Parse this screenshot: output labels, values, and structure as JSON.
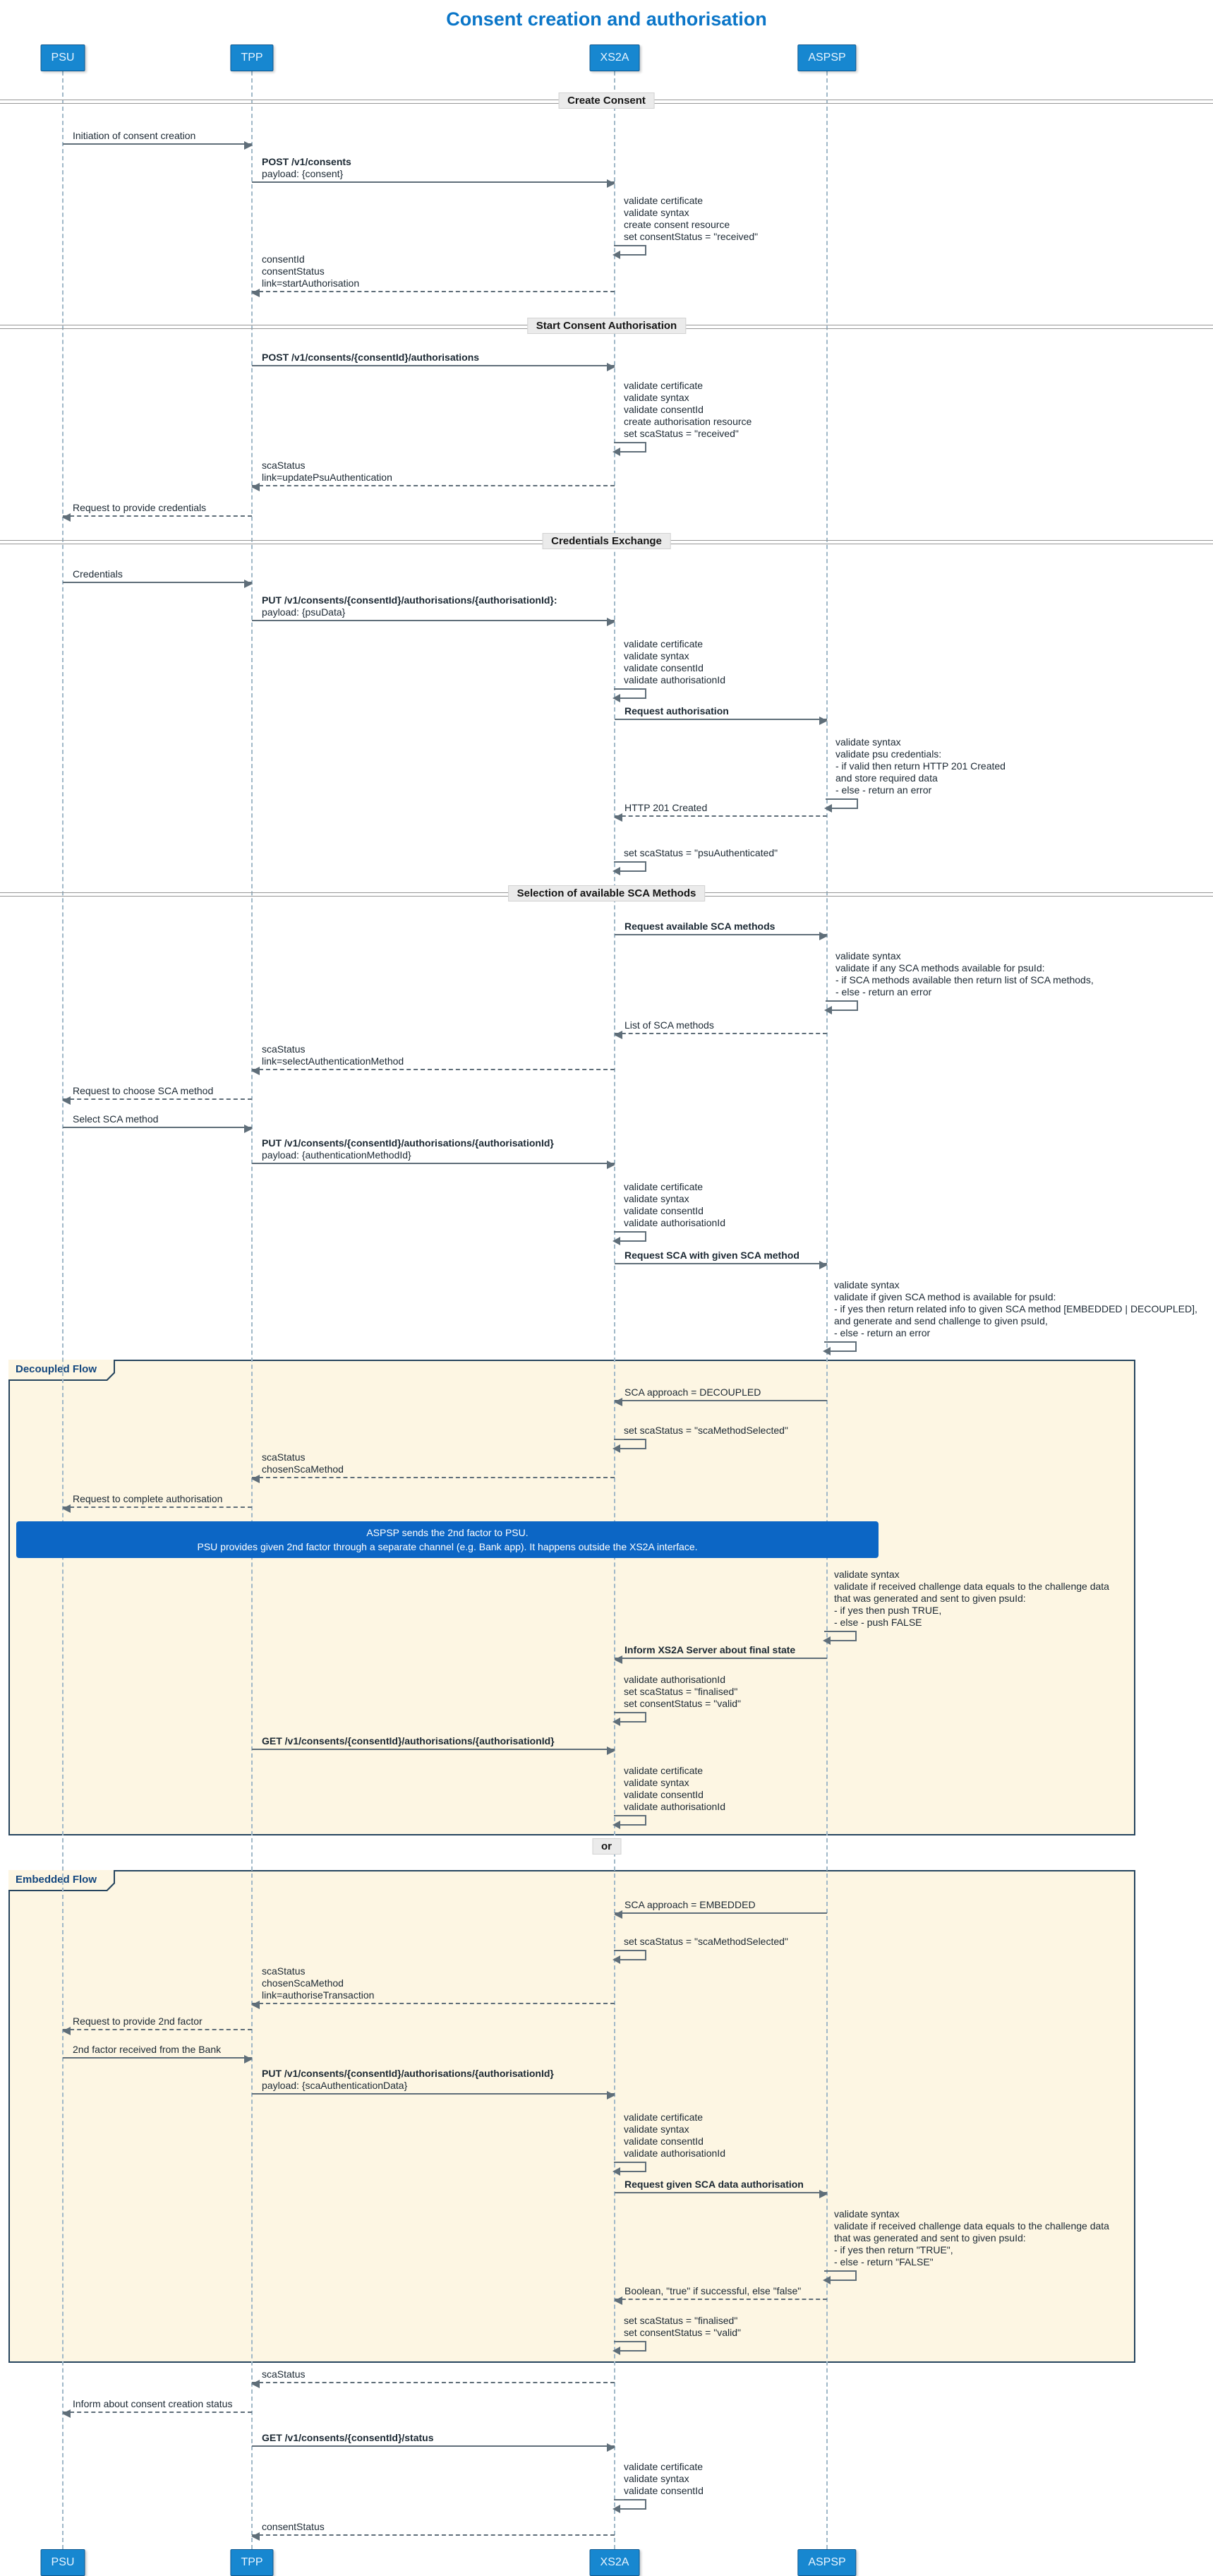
{
  "title": "Consent creation and authorisation",
  "participants": [
    {
      "label": "PSU"
    },
    {
      "label": "TPP"
    },
    {
      "label": "XS2A"
    },
    {
      "label": "ASPSP"
    }
  ],
  "sections": {
    "create_consent": "Create Consent",
    "start_authorisation": "Start Consent Authorisation",
    "credentials_exchange": "Credentials Exchange",
    "sca_selection": "Selection of available SCA Methods",
    "or": "or"
  },
  "frames": {
    "decoupled": "Decoupled Flow",
    "embedded": "Embedded Flow"
  },
  "note": {
    "text": "ASPSP sends the 2nd factor to PSU.\nPSU provides given 2nd factor through a separate channel (e.g. Bank app). It happens outside the XS2A interface."
  },
  "messages": {
    "initiation": {
      "text": "Initiation of consent creation"
    },
    "post_consents": {
      "text": "POST /v1/consents",
      "sub": "payload: {consent}"
    },
    "validate_create_consent": {
      "text": "validate certificate\nvalidate syntax\ncreate consent resource\nset consentStatus = \"received\""
    },
    "consent_created": {
      "text": "consentId\nconsentStatus\nlink=startAuthorisation"
    },
    "post_authorisations": {
      "text": "POST /v1/consents/{consentId}/authorisations"
    },
    "validate_create_authorisation": {
      "text": "validate certificate\nvalidate syntax\nvalidate consentId\ncreate authorisation resource\nset scaStatus = \"received\""
    },
    "auth_created": {
      "text": "scaStatus\nlink=updatePsuAuthentication"
    },
    "request_credentials": {
      "text": "Request to provide credentials"
    },
    "credentials": {
      "text": "Credentials"
    },
    "put_psu_data": {
      "text": "PUT /v1/consents/{consentId}/authorisations/{authorisationId}:",
      "sub": "payload: {psuData}"
    },
    "validate_auth_ids_1": {
      "text": "validate certificate\nvalidate syntax\nvalidate consentId\nvalidate authorisationId"
    },
    "request_authorisation": {
      "text": "Request authorisation"
    },
    "validate_psu_credentials": {
      "text": "validate syntax\nvalidate psu credentials:\n- if valid then return HTTP 201 Created\nand store required data\n- else - return an error"
    },
    "http_201": {
      "text": "HTTP 201 Created"
    },
    "set_psu_authenticated": {
      "text": "set scaStatus = \"psuAuthenticated\""
    },
    "request_sca_methods": {
      "text": "Request available SCA methods"
    },
    "validate_sca_methods": {
      "text": "validate syntax\nvalidate if any SCA methods available for psuId:\n- if SCA methods available then return list of SCA methods,\n- else - return an error"
    },
    "list_sca_methods": {
      "text": "List of SCA methods"
    },
    "sca_status_select_method": {
      "text": "scaStatus\nlink=selectAuthenticationMethod"
    },
    "request_choose_sca": {
      "text": "Request to choose SCA method"
    },
    "select_sca_method": {
      "text": "Select SCA method"
    },
    "put_method_id": {
      "text": "PUT /v1/consents/{consentId}/authorisations/{authorisationId}",
      "sub": "payload: {authenticationMethodId}"
    },
    "validate_auth_ids_2": {
      "text": "validate certificate\nvalidate syntax\nvalidate consentId\nvalidate authorisationId"
    },
    "request_sca_given_method": {
      "text": "Request SCA with given SCA method"
    },
    "validate_given_method": {
      "text": "validate syntax\nvalidate if given SCA method is available for psuId:\n- if yes then return related info to given SCA method [EMBEDDED | DECOUPLED],\nand generate and send challenge to given psuId,\n- else - return an error"
    },
    "sca_decoupled": {
      "text": "SCA approach = DECOUPLED"
    },
    "set_method_selected_1": {
      "text": "set scaStatus = \"scaMethodSelected\""
    },
    "sca_status_chosen": {
      "text": "scaStatus\nchosenScaMethod"
    },
    "request_complete_auth": {
      "text": "Request to complete authorisation"
    },
    "validate_challenge_push": {
      "text": "validate syntax\nvalidate if received challenge data equals to the challenge data\nthat was generated and sent to given psuId:\n- if yes then push TRUE,\n- else - push FALSE"
    },
    "inform_final_state": {
      "text": "Inform XS2A Server about final state"
    },
    "finalise_decoupled": {
      "text": "validate authorisationId\nset scaStatus = \"finalised\"\nset consentStatus = \"valid\""
    },
    "get_authorisation": {
      "text": "GET /v1/consents/{consentId}/authorisations/{authorisationId}"
    },
    "validate_auth_ids_3": {
      "text": "validate certificate\nvalidate syntax\nvalidate consentId\nvalidate authorisationId"
    },
    "sca_embedded": {
      "text": "SCA approach = EMBEDDED"
    },
    "set_method_selected_2": {
      "text": "set scaStatus = \"scaMethodSelected\""
    },
    "sca_status_chosen_link": {
      "text": "scaStatus\nchosenScaMethod\nlink=authoriseTransaction"
    },
    "request_2nd_factor": {
      "text": "Request to provide 2nd factor"
    },
    "factor_received": {
      "text": "2nd factor received from the Bank"
    },
    "put_sca_data": {
      "text": "PUT /v1/consents/{consentId}/authorisations/{authorisationId}",
      "sub": "payload: {scaAuthenticationData}"
    },
    "validate_auth_ids_4": {
      "text": "validate certificate\nvalidate syntax\nvalidate consentId\nvalidate authorisationId"
    },
    "request_sca_data_auth": {
      "text": "Request given SCA data authorisation"
    },
    "validate_challenge_return": {
      "text": "validate syntax\nvalidate if received challenge data equals to the challenge data\nthat was generated and sent to given psuId:\n- if yes then return \"TRUE\",\n- else - return \"FALSE\""
    },
    "boolean_result": {
      "text": "Boolean, \"true\" if successful, else \"false\""
    },
    "finalise_embedded": {
      "text": "set scaStatus = \"finalised\"\nset consentStatus = \"valid\""
    },
    "sca_status_final": {
      "text": "scaStatus"
    },
    "inform_status": {
      "text": "Inform about consent creation status"
    },
    "get_status": {
      "text": "GET /v1/consents/{consentId}/status"
    },
    "validate_consent_id": {
      "text": "validate certificate\nvalidate syntax\nvalidate consentId"
    },
    "consent_status": {
      "text": "consentStatus"
    }
  },
  "colors": {
    "title": "#0b76c8",
    "participant_fill": "#1787d0",
    "participant_border": "#10588f",
    "participant_text": "#e9f5ff",
    "lifeline": "#a0b8c8",
    "line": "#5f6e79",
    "frame_bg": "#fdf6e3",
    "frame_border": "#26455e",
    "frame_label": "#14477e",
    "note_bg": "#0c66c5",
    "note_text": "#ffffff",
    "divider_bg": "#ebebeb"
  }
}
